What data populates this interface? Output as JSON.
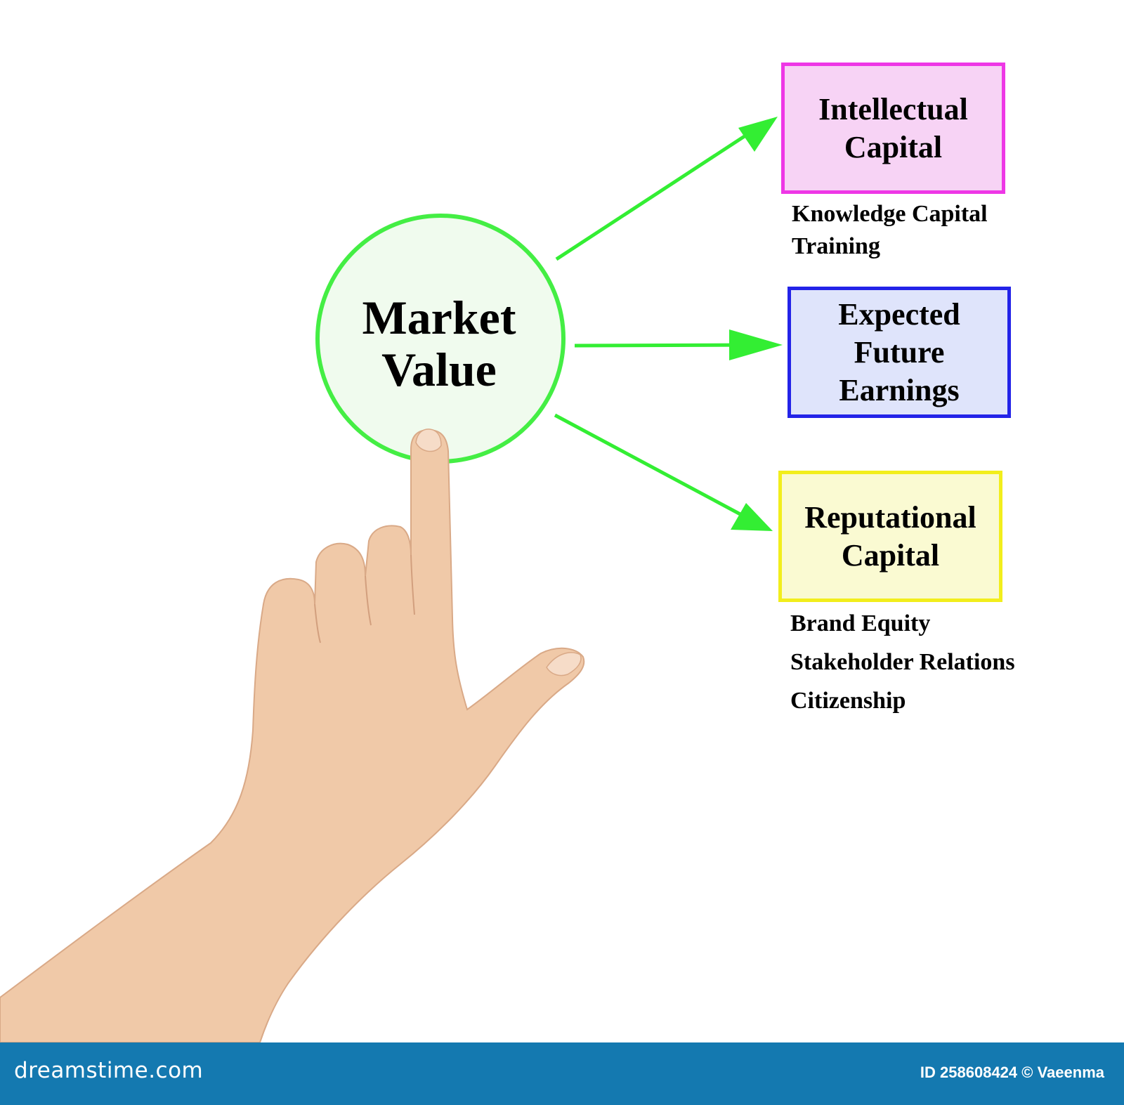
{
  "center": {
    "label_line1": "Market",
    "label_line2": "Value"
  },
  "boxes": [
    {
      "line1": "Intellectual",
      "line2": "Capital",
      "line3": "",
      "border": "#ee37e6",
      "fill": "#f7d3f5"
    },
    {
      "line1": "Expected",
      "line2": "Future",
      "line3": "Earnings",
      "border": "#2323e8",
      "fill": "#dfe4fb"
    },
    {
      "line1": "Reputational",
      "line2": "Capital",
      "line3": "",
      "border": "#f2ee1c",
      "fill": "#fafad2"
    }
  ],
  "sub_items": {
    "intellectual": [
      "Knowledge Capital",
      "Training"
    ],
    "reputational": [
      "Brand Equity",
      "Stakeholder Relations",
      "Citizenship"
    ]
  },
  "colors": {
    "arrow": "#33ee33",
    "circle_border": "#44ee44",
    "circle_fill": "#f0fbee",
    "footer_bg": "#1479b0",
    "skin": "#f0c9a8"
  },
  "footer": {
    "brand": "dreamstime.com",
    "image_id": "ID 258608424 © Vaeenma"
  }
}
